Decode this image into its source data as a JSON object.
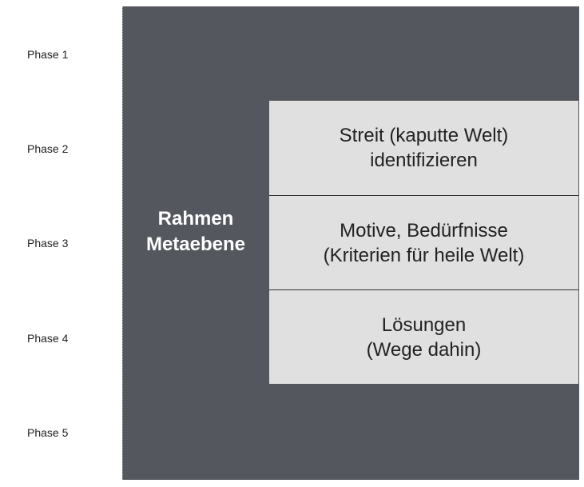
{
  "phases": [
    {
      "label": "Phase 1"
    },
    {
      "label": "Phase 2"
    },
    {
      "label": "Phase 3"
    },
    {
      "label": "Phase 4"
    },
    {
      "label": "Phase 5"
    }
  ],
  "frame": {
    "title_line1": "Rahmen",
    "title_line2": "Metaebene"
  },
  "steps": [
    {
      "line1": "Streit (kaputte Welt)",
      "line2": "identifizieren"
    },
    {
      "line1": "Motive, Bedürfnisse",
      "line2": "(Kriterien für heile Welt)"
    },
    {
      "line1": "Lösungen",
      "line2": "(Wege dahin)"
    }
  ],
  "colors": {
    "frame_background": "#54575e",
    "step_background": "#e0e0e0",
    "frame_text": "#ffffff",
    "label_text": "#222222"
  }
}
